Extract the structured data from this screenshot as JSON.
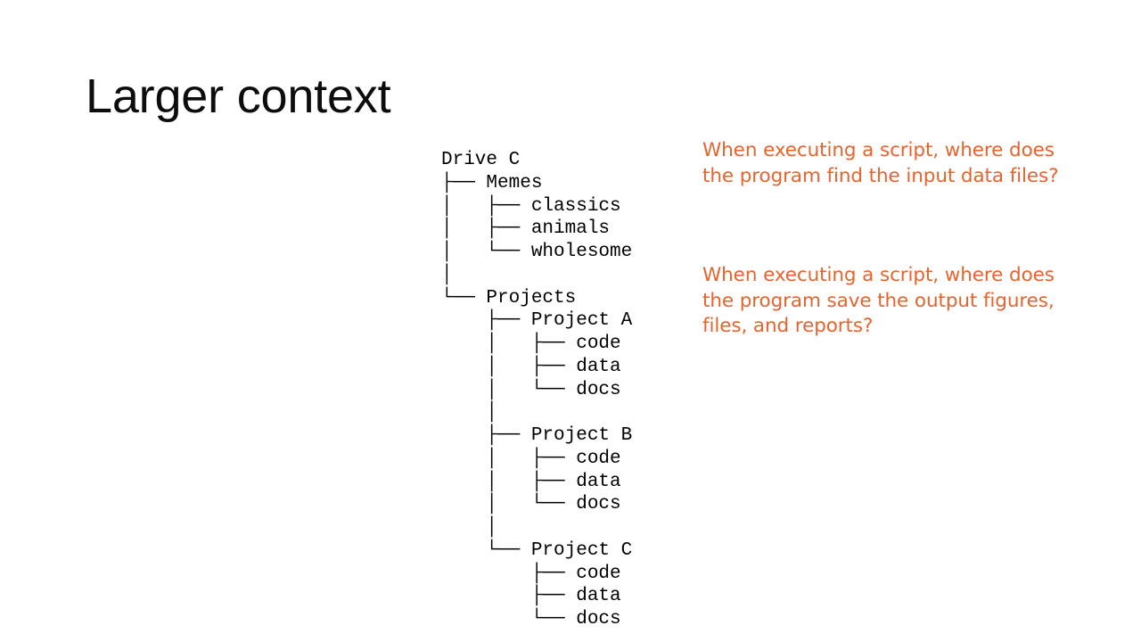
{
  "slide": {
    "title": "Larger context",
    "background_color": "#ffffff",
    "title_color": "#0d0d0d",
    "accent_color": "#e8632e"
  },
  "tree": {
    "root_label": "Drive C",
    "lines": [
      "Drive C",
      "├── Memes",
      "│   ├── classics",
      "│   ├── animals",
      "│   └── wholesome",
      "│",
      "└── Projects",
      "    ├── Project A",
      "    │   ├── code",
      "    │   ├── data",
      "    │   └── docs",
      "    │",
      "    ├── Project B",
      "    │   ├── code",
      "    │   ├── data",
      "    │   └── docs",
      "    │",
      "    └── Project C",
      "        ├── code",
      "        ├── data",
      "        └── docs"
    ],
    "entries": [
      {
        "name": "Drive C",
        "depth": 0,
        "type": "drive"
      },
      {
        "name": "Memes",
        "depth": 1,
        "type": "folder"
      },
      {
        "name": "classics",
        "depth": 2,
        "type": "folder"
      },
      {
        "name": "animals",
        "depth": 2,
        "type": "folder"
      },
      {
        "name": "wholesome",
        "depth": 2,
        "type": "folder"
      },
      {
        "name": "Projects",
        "depth": 1,
        "type": "folder"
      },
      {
        "name": "Project A",
        "depth": 2,
        "type": "folder"
      },
      {
        "name": "code",
        "depth": 3,
        "type": "folder"
      },
      {
        "name": "data",
        "depth": 3,
        "type": "folder"
      },
      {
        "name": "docs",
        "depth": 3,
        "type": "folder"
      },
      {
        "name": "Project B",
        "depth": 2,
        "type": "folder"
      },
      {
        "name": "code",
        "depth": 3,
        "type": "folder"
      },
      {
        "name": "data",
        "depth": 3,
        "type": "folder"
      },
      {
        "name": "docs",
        "depth": 3,
        "type": "folder"
      },
      {
        "name": "Project C",
        "depth": 2,
        "type": "folder"
      },
      {
        "name": "code",
        "depth": 3,
        "type": "folder"
      },
      {
        "name": "data",
        "depth": 3,
        "type": "folder"
      },
      {
        "name": "docs",
        "depth": 3,
        "type": "folder"
      }
    ]
  },
  "annotations": {
    "input_question": "When executing a script, where does the program find the input data files?",
    "output_question": "When executing a script, where does the program save the output figures, files, and reports?"
  }
}
